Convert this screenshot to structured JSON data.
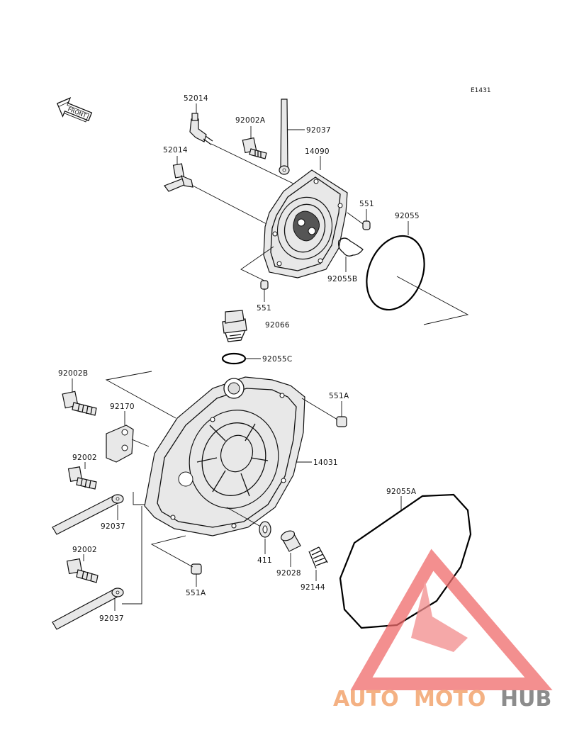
{
  "diagram_code": "E1431",
  "front_label": "FRONT",
  "watermark": {
    "part1": "AUTO",
    "part2": "MOTO",
    "part3": "HUB"
  },
  "labels": {
    "p52014_top": "52014",
    "p52014_mid": "52014",
    "p92002A": "92002A",
    "p92037_top": "92037",
    "p14090": "14090",
    "p551_right": "551",
    "p92055": "92055",
    "p92055B": "92055B",
    "p551_bottom": "551",
    "p92066": "92066",
    "p92055C": "92055C",
    "p92002B": "92002B",
    "p551A_right": "551A",
    "p92170": "92170",
    "p14031": "14031",
    "p92002_a": "92002",
    "p92055A": "92055A",
    "p92037_mid": "92037",
    "p411": "411",
    "p92028": "92028",
    "p92144": "92144",
    "p92002_b": "92002",
    "p551A_bottom": "551A",
    "p92037_bottom": "92037"
  }
}
